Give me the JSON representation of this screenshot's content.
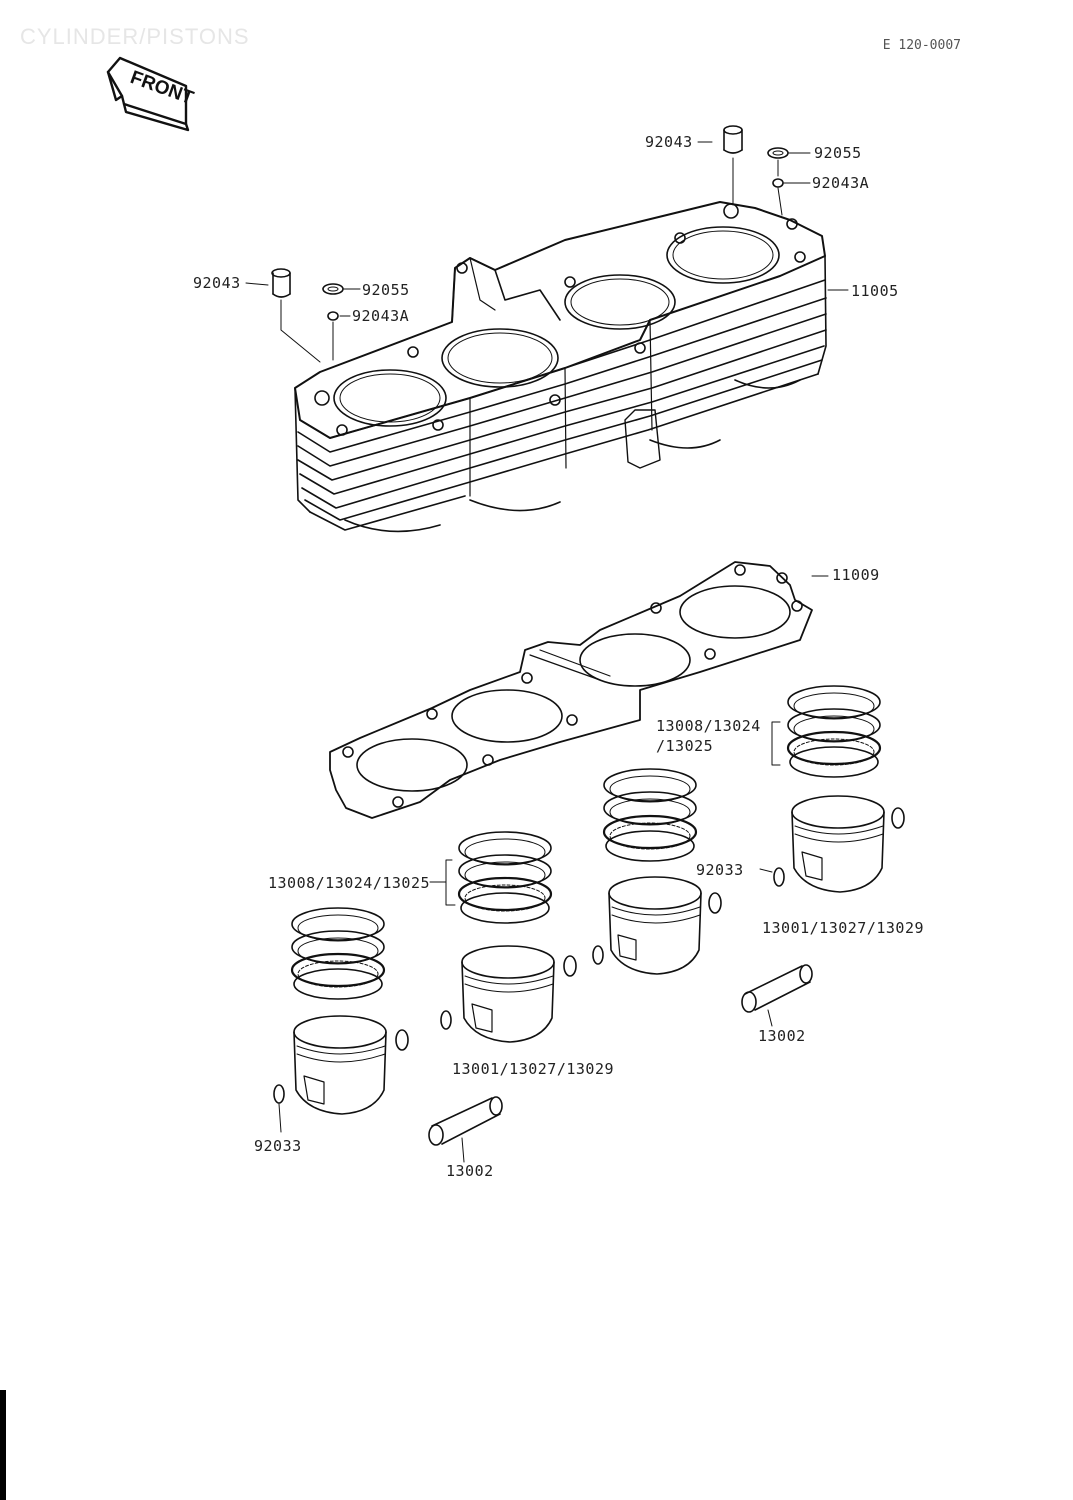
{
  "header": {
    "title": "CYLINDER/PISTONS",
    "diagram_code": "E 120-0007"
  },
  "front_arrow": {
    "label": "FRONT"
  },
  "callouts": {
    "dowel_right": "92043",
    "oring_right": "92055",
    "dowel_a_right": "92043A",
    "dowel_left": "92043",
    "oring_left": "92055",
    "dowel_a_left": "92043A",
    "cylinder": "11005",
    "gasket": "11009",
    "rings_right_1": "13008/13024",
    "rings_right_2": "/13025",
    "rings_left": "13008/13024/13025",
    "clip_right": "92033",
    "piston_right": "13001/13027/13029",
    "pin_right": "13002",
    "piston_left": "13001/13027/13029",
    "clip_left": "92033",
    "pin_left": "13002"
  }
}
